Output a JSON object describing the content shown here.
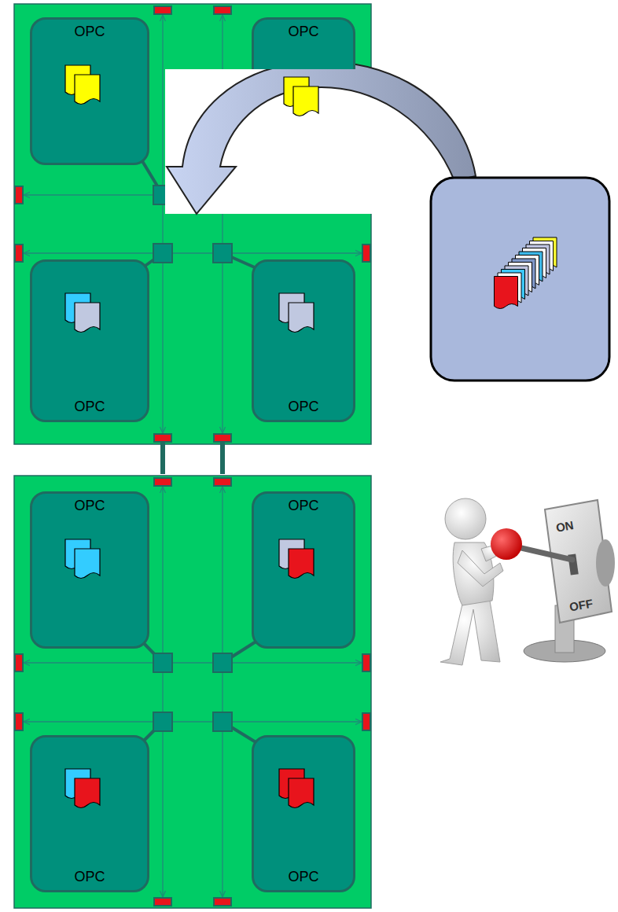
{
  "diagram": {
    "nodes": [
      {
        "text": [
          "OPC"
        ]
      },
      {
        "text": [
          "OPC"
        ]
      },
      {
        "text": [
          "OPC"
        ]
      },
      {
        "text": [
          "OPC"
        ]
      },
      {
        "text": [
          "OPC"
        ]
      },
      {
        "text": [
          "OPC"
        ]
      },
      {
        "text": [
          "OPC"
        ]
      },
      {
        "text": [
          "OPC"
        ]
      }
    ],
    "labels": [
      "ON",
      "OFF"
    ]
  }
}
